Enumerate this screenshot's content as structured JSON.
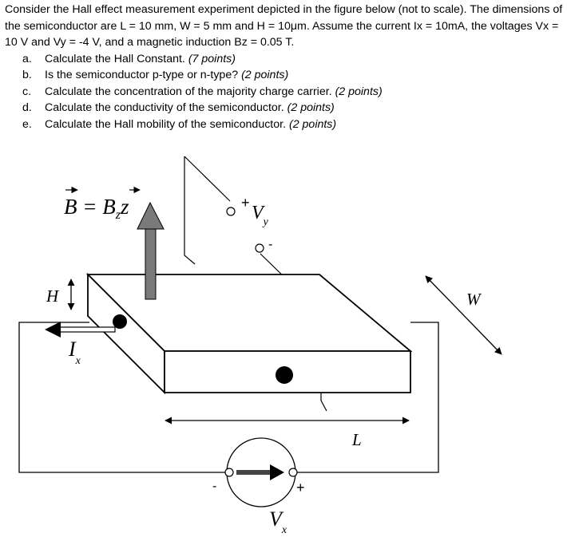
{
  "problem": {
    "intro": "Consider the Hall effect measurement experiment depicted in the figure below (not to scale). The dimensions of the semiconductor are L = 10 mm, W = 5 mm and H = 10μm. Assume the current Ix = 10mA, the voltages Vx = 10 V and Vy = -4 V, and a magnetic induction Bz = 0.05 T.",
    "parts": [
      {
        "label": "a.",
        "text": "Calculate the Hall Constant.",
        "points": "(7 points)"
      },
      {
        "label": "b.",
        "text": "Is the semiconductor p-type or n-type?",
        "points": "(2 points)"
      },
      {
        "label": "c.",
        "text": "Calculate the concentration of the majority charge carrier.",
        "points": "(2 points)"
      },
      {
        "label": "d.",
        "text": "Calculate the conductivity of the semiconductor.",
        "points": "(2 points)"
      },
      {
        "label": "e.",
        "text": "Calculate the Hall mobility of the semiconductor.",
        "points": "(2 points)"
      }
    ]
  },
  "figure": {
    "b_eq_left": "B",
    "b_eq_mid": " = B",
    "b_eq_sub": "z",
    "b_eq_right": "z",
    "h_label": "H",
    "w_label": "W",
    "l_label": "L",
    "ix_main": "I",
    "ix_sub": "x",
    "vy_main": "V",
    "vy_sub": "y",
    "vy_plus": "+",
    "vy_minus": "-",
    "vx_main": "V",
    "vx_sub": "x",
    "vx_minus": "-",
    "vx_plus": "+"
  }
}
